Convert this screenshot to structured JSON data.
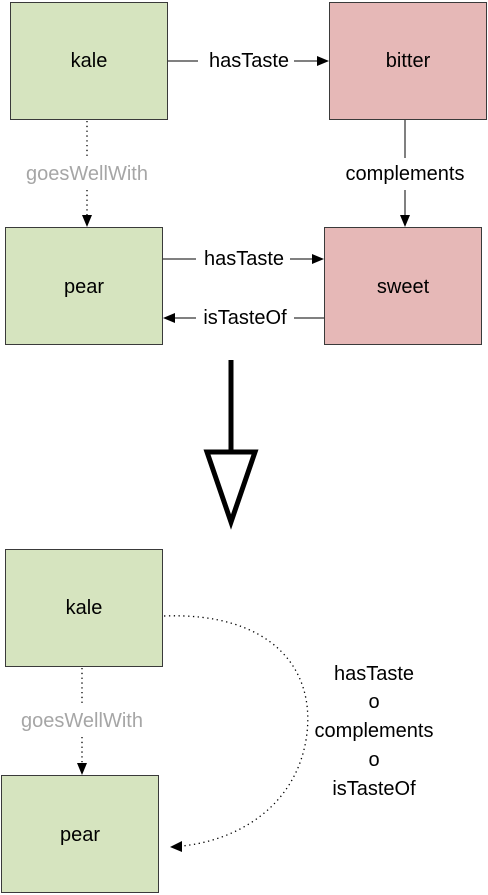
{
  "top_graph": {
    "nodes": {
      "kale": "kale",
      "bitter": "bitter",
      "pear": "pear",
      "sweet": "sweet"
    },
    "edges": {
      "kale_bitter": "hasTaste",
      "kale_pear": "goesWellWith",
      "bitter_sweet": "complements",
      "pear_sweet": "hasTaste",
      "sweet_pear": "isTasteOf"
    }
  },
  "bottom_graph": {
    "nodes": {
      "kale": "kale",
      "pear": "pear"
    },
    "edges": {
      "kale_pear": "goesWellWith",
      "composition": [
        "hasTaste",
        "o",
        "complements",
        "o",
        "isTasteOf"
      ]
    }
  },
  "colors": {
    "entity_fill": "#d6e4bf",
    "taste_fill": "#e6b8b7",
    "inferred_label": "#a6a6a6"
  }
}
